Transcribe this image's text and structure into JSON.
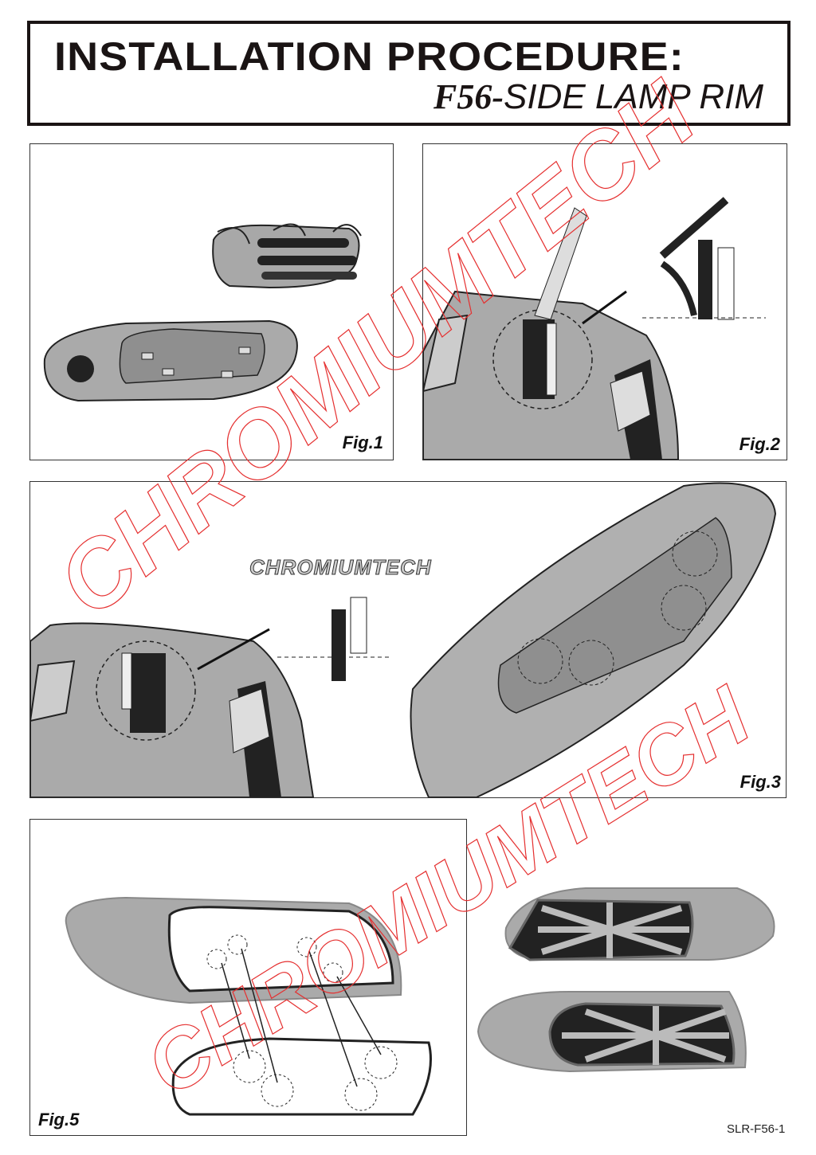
{
  "header": {
    "title": "INSTALLATION PROCEDURE:",
    "model": "F56-",
    "subtitle": "SIDE LAMP RIM"
  },
  "figures": [
    {
      "label": "Fig.1"
    },
    {
      "label": "Fig.2"
    },
    {
      "label": "Fig.3"
    },
    {
      "label": "Fig.5"
    }
  ],
  "footer": {
    "code": "SLR-F56-1"
  },
  "watermark": {
    "text": "CHROMIUMTECH"
  },
  "colors": {
    "watermark": "#e53030",
    "line": "#1a1414",
    "part_gray": "#9a9a9a"
  }
}
